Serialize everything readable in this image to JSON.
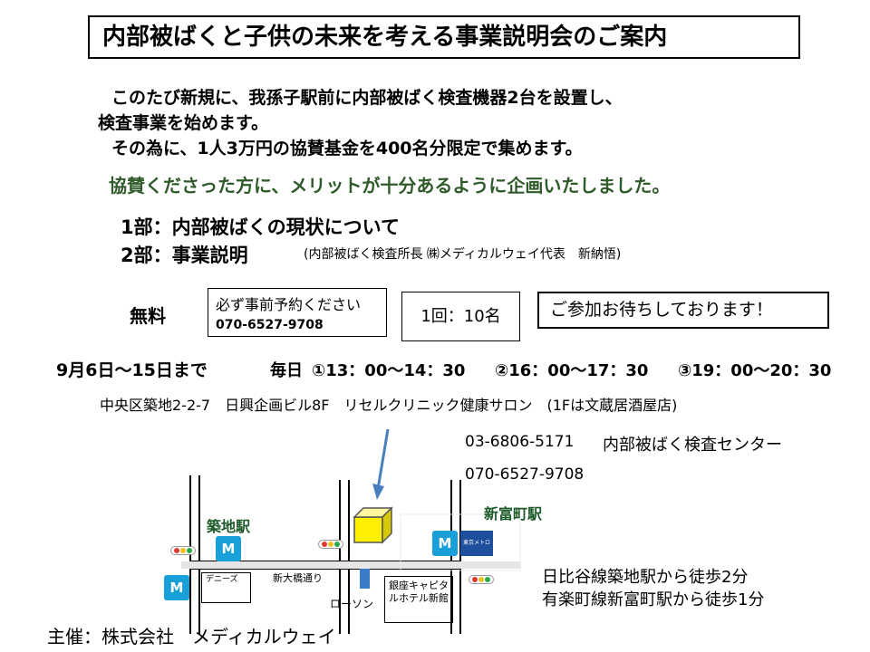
{
  "title": "内部被ばくと子供の未来を考える事業説明会のご案内",
  "intro": {
    "line1": "このたび新規に、我孫子駅前に内部被ばく検査機器2台を設置し、",
    "line2": "検査事業を始めます。",
    "line3": "その為に、1人3万円の協賛基金を400名分限定で集めます。"
  },
  "highlight": "協賛くださった方に、メリットが十分あるように企画いたしました。",
  "parts": {
    "part1": "1部：内部被ばくの現状について",
    "part2": "2部：事業説明",
    "part2_note": "(内部被ばく検査所長 ㈱メディカルウェイ代表　新納悟)"
  },
  "info": {
    "free": "無料",
    "reserve_label": "必ず事前予約ください",
    "reserve_phone": "070-6527-9708",
    "capacity": "1回：10名",
    "welcome": "ご参加お待ちしております！"
  },
  "schedule": {
    "dates": "9月6日～15日まで",
    "daily": "毎日",
    "slot1": "①13：00～14：30",
    "slot2": "②16：00～17：30",
    "slot3": "③19：00～20：30"
  },
  "address": "中央区築地2-2-7　日興企画ビル8F　リセルクリニック健康サロン　(1Fは文蔵居酒屋店)",
  "contact": {
    "phone1": "03-6806-5171",
    "center": "内部被ばく検査センター",
    "phone2": "070-6527-9708"
  },
  "map": {
    "station_tsukiji": "築地駅",
    "station_shintomicho": "新富町駅",
    "street": "新大橋通り",
    "lawson": "ローソン",
    "dennys": "デニーズ",
    "hotel": "銀座キャピタルホテル新館",
    "metro_logo": "M",
    "metro_text": "東京メトロ",
    "metro_color": "#1aa0d8",
    "building_color": "#ffef00"
  },
  "directions": {
    "line1": "日比谷線築地駅から徒歩2分",
    "line2": "有楽町線新富町駅から徒歩1分"
  },
  "organizer": "主催：株式会社　メディカルウェイ"
}
